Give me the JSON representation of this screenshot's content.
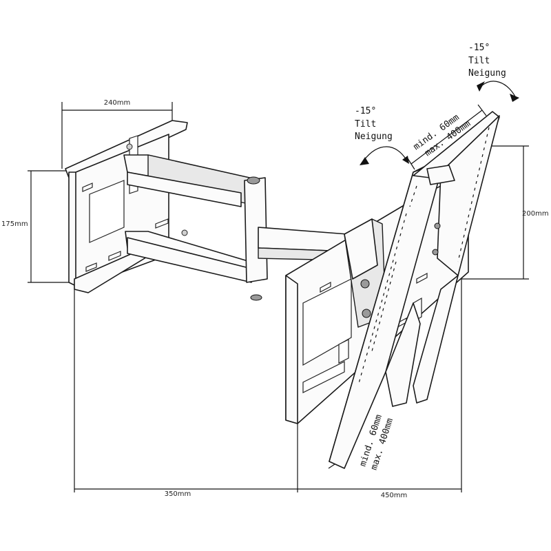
{
  "dimensions": {
    "wall_width": "240mm",
    "wall_height": "175mm",
    "plate_height": "200mm",
    "base_length": "350mm",
    "arm_length": "450mm"
  },
  "tilt_top": {
    "angle": "-15°",
    "word_en": "Tilt",
    "word_de": "Neigung"
  },
  "tilt_left": {
    "angle": "-15°",
    "word_en": "Tilt",
    "word_de": "Neigung"
  },
  "vesa_top": {
    "min": "mind. 60mm",
    "max": "max. 400mm"
  },
  "vesa_bottom": {
    "min": "mind. 60mm",
    "max": "max. 400mm"
  },
  "colors": {
    "line": "#111111",
    "part_fill": "#fbfbfb",
    "background": "#ffffff"
  }
}
